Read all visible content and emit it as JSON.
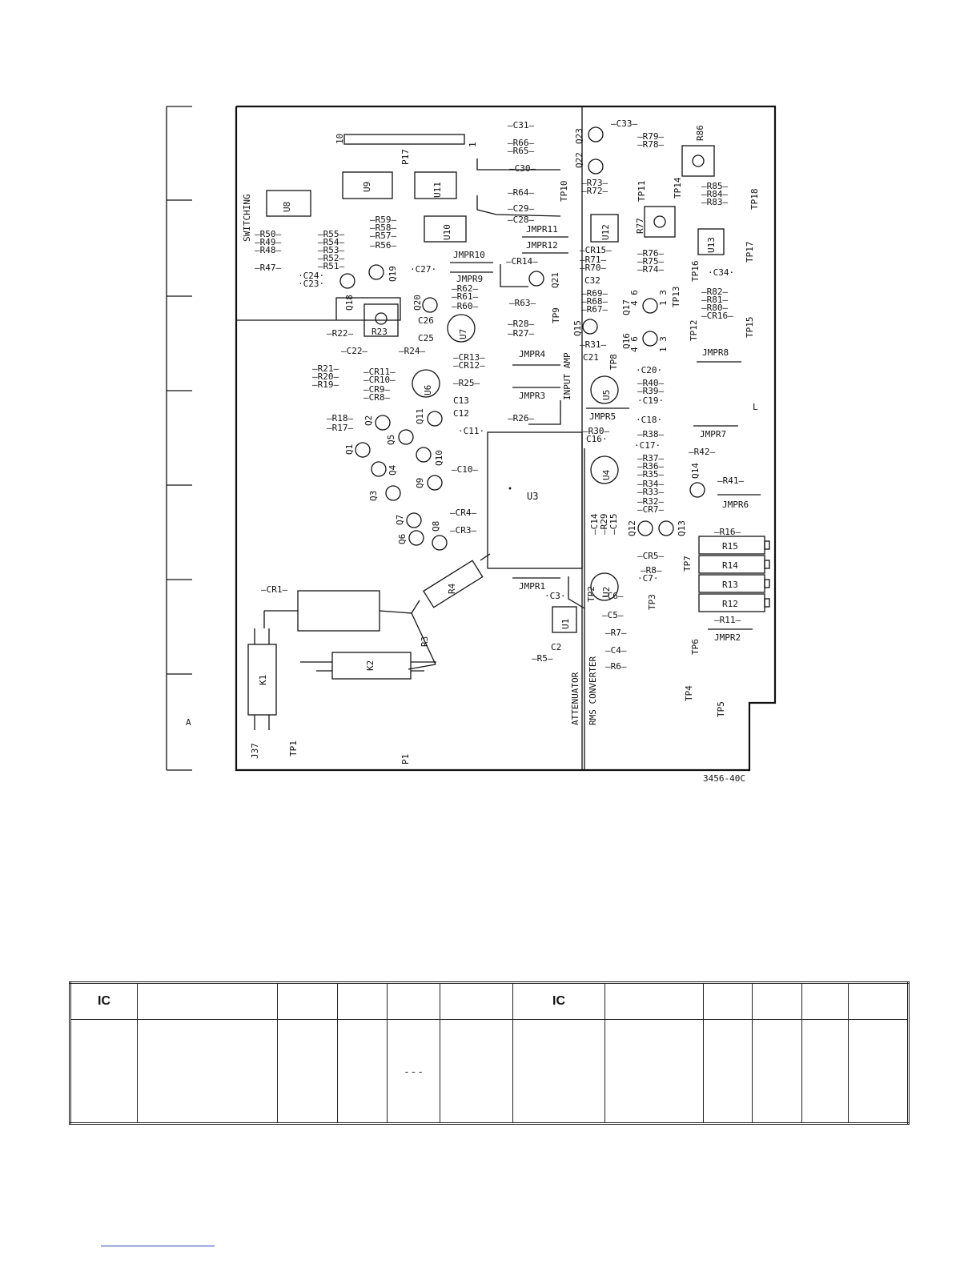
{
  "figure": {
    "number": "3456-40C",
    "section_labels": {
      "switching": "SWITCHING",
      "input_amp": "INPUT AMP",
      "attenuator": "ATTENUATOR",
      "rms_converter": "RMS CONVERTER"
    },
    "margin_letter": "A",
    "connectors": {
      "p17": "P17",
      "p17_pin_left": "10",
      "p17_pin_right": "1",
      "p1": "P1",
      "j37": "J37",
      "tp1": "TP1"
    },
    "ics": {
      "u1": "U1",
      "u2": "U2",
      "u3": "U3",
      "u4": "U4",
      "u5": "U5",
      "u6": "U6",
      "u7": "U7",
      "u8": "U8",
      "u9": "U9",
      "u10": "U10",
      "u11": "U11",
      "u12": "U12",
      "u13": "U13"
    },
    "relays": {
      "k1": "K1",
      "k2": "K2"
    },
    "transistors": {
      "q1": "Q1",
      "q2": "Q2",
      "q3": "Q3",
      "q4": "Q4",
      "q5": "Q5",
      "q6": "Q6",
      "q7": "Q7",
      "q8": "Q8",
      "q9": "Q9",
      "q10": "Q10",
      "q11": "Q11",
      "q12": "Q12",
      "q13": "Q13",
      "q14": "Q14",
      "q15": "Q15",
      "q16": "Q16",
      "q17": "Q17",
      "q18": "Q18",
      "q19": "Q19",
      "q20": "Q20",
      "q21": "Q21",
      "q22": "Q22",
      "q23": "Q23"
    },
    "jumpers": {
      "j1": "JMPR1",
      "j2": "JMPR2",
      "j3": "JMPR3",
      "j4": "JMPR4",
      "j5": "JMPR5",
      "j6": "JMPR6",
      "j7": "JMPR7",
      "j8": "JMPR8",
      "j9": "JMPR9",
      "j10": "JMPR10",
      "j11": "JMPR11",
      "j12": "JMPR12"
    },
    "test_points": {
      "tp2": "TP2",
      "tp3": "TP3",
      "tp4": "TP4",
      "tp5": "TP5",
      "tp6": "TP6",
      "tp7": "TP7",
      "tp8": "TP8",
      "tp9": "TP9",
      "tp10": "TP10",
      "tp11": "TP11",
      "tp12": "TP12",
      "tp13": "TP13",
      "tp14": "TP14",
      "tp15": "TP15",
      "tp16": "TP16",
      "tp17": "TP17",
      "tp18": "TP18"
    },
    "trim_pots": {
      "r23": "R23",
      "r77": "R77",
      "r86": "R86"
    },
    "power_resistors": {
      "r12": "R12",
      "r13": "R13",
      "r14": "R14",
      "r15": "R15",
      "r3": "R3",
      "r4": "R4"
    },
    "labels": {
      "c31": "—C31—",
      "c33": "—C33—",
      "r66": "—R66—",
      "r65": "—R65—",
      "r79": "—R79—",
      "r78": "—R78—",
      "c30": "—C30—",
      "r73": "—R73—",
      "r72": "—R72—",
      "r64": "—R64—",
      "r85": "—R85—",
      "r84": "—R84—",
      "r83": "—R83—",
      "c29": "—C29—",
      "c28": "—C28—",
      "r50": "—R50—",
      "r49": "—R49—",
      "r48": "—R48—",
      "r47": "—R47—",
      "c24": "·C24·",
      "c23": "·C23·",
      "r55": "—R55—",
      "r54": "—R54—",
      "r53": "—R53—",
      "r52": "—R52—",
      "r51": "—R51—",
      "r59": "—R59—",
      "r58": "—R58—",
      "r57": "—R57—",
      "r56": "—R56—",
      "c27": "·C27·",
      "cr14": "—CR14—",
      "cr15": "—CR15—",
      "r71": "—R71—",
      "r70": "—R70—",
      "c32": "C32",
      "r76": "—R76—",
      "r75": "—R75—",
      "r74": "—R74—",
      "c34": "·C34·",
      "r62": "—R62—",
      "r61": "—R61—",
      "r60": "—R60—",
      "r63": "—R63—",
      "r69": "—R69—",
      "r68": "—R68—",
      "r67": "—R67—",
      "r82": "—R82—",
      "r81": "—R81—",
      "r80": "—R80—",
      "cr16": "—CR16—",
      "c26": "C26",
      "r22": "—R22—",
      "r28": "—R28—",
      "r27": "—R27—",
      "c25": "C25",
      "r31": "—R31—",
      "c21": "C21",
      "c22": "—C22—",
      "r24": "—R24—",
      "cr13": "—CR13—",
      "cr12": "—CR12—",
      "r21": "—R21—",
      "r20": "—R20—",
      "r19": "—R19—",
      "cr11": "—CR11—",
      "cr10": "—CR10—",
      "cr9": "—CR9—",
      "cr8": "—CR8—",
      "r25": "—R25—",
      "c20": "·C20·",
      "r40": "—R40—",
      "r39": "—R39—",
      "c19": "·C19·",
      "c13": "C13",
      "c12": "C12",
      "r18": "—R18—",
      "r17": "—R17—",
      "r26": "—R26—",
      "c18": "·C18·",
      "c11": "·C11·",
      "r30": "—R30—",
      "c16": "C16·",
      "r38": "—R38—",
      "c17": "·C17·",
      "r42": "—R42—",
      "c10": "—C10—",
      "r37": "—R37—",
      "r36": "—R36—",
      "r35": "—R35—",
      "r34": "—R34—",
      "r33": "—R33—",
      "r32": "—R32—",
      "cr7": "—CR7—",
      "r41": "—R41—",
      "cr4": "—CR4—",
      "cr3": "—CR3—",
      "c14": "—C14",
      "r29": "—R29",
      "c15": "—C15",
      "r16": "—R16—",
      "cr5": "—CR5—",
      "r8": "—R8—",
      "c7": "·C7·",
      "cr1": "—CR1—",
      "c3": "·C3·",
      "c6": "—C6—",
      "c5": "—C5—",
      "r11": "—R11—",
      "r7": "—R7—",
      "c2": "C2",
      "r5": "—R5—",
      "c4": "—C4—",
      "r6": "—R6—"
    },
    "side_marker": "L"
  },
  "table": {
    "headers": [
      "IC",
      "",
      "",
      "",
      "",
      "",
      "IC",
      "",
      "",
      "",
      "",
      ""
    ],
    "cells": [
      "",
      "",
      "",
      "",
      "- - -",
      "",
      "",
      "",
      "",
      "",
      "",
      ""
    ]
  }
}
